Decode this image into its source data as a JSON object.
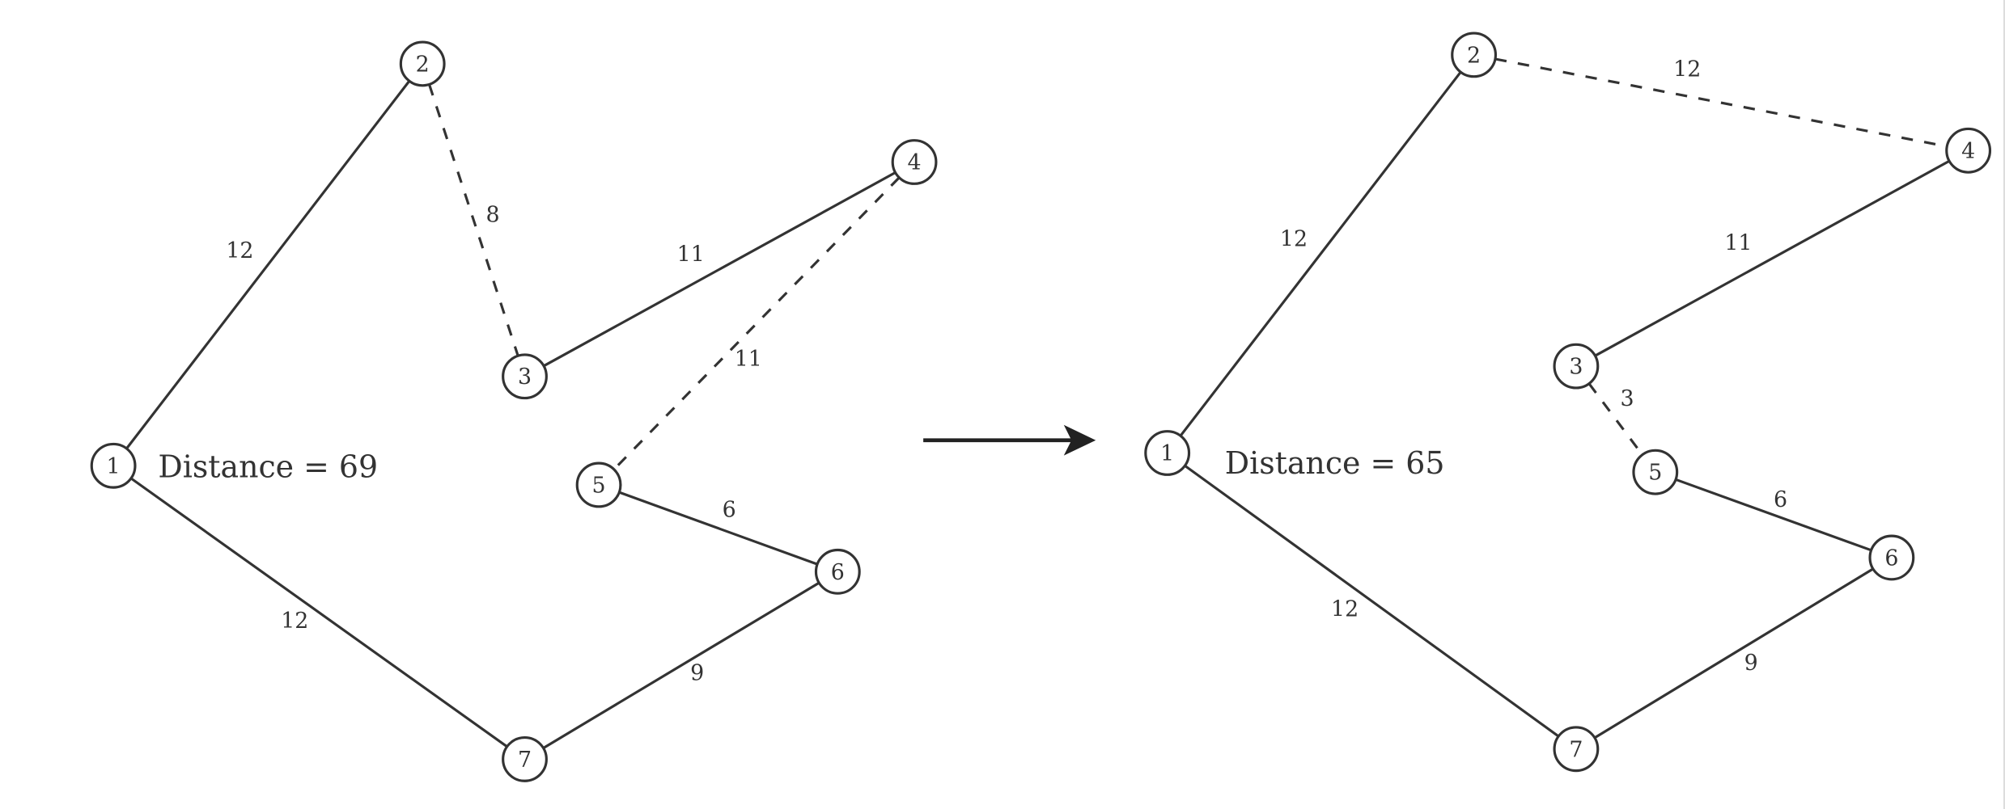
{
  "before": {
    "distance_label": "Distance = 69",
    "nodes": [
      "1",
      "2",
      "3",
      "4",
      "5",
      "6",
      "7"
    ],
    "edges": [
      {
        "from": "1",
        "to": "2",
        "weight": "12",
        "style": "solid"
      },
      {
        "from": "2",
        "to": "3",
        "weight": "8",
        "style": "dashed"
      },
      {
        "from": "3",
        "to": "4",
        "weight": "11",
        "style": "solid"
      },
      {
        "from": "4",
        "to": "5",
        "weight": "11",
        "style": "dashed"
      },
      {
        "from": "5",
        "to": "6",
        "weight": "6",
        "style": "solid"
      },
      {
        "from": "6",
        "to": "7",
        "weight": "9",
        "style": "solid"
      },
      {
        "from": "7",
        "to": "1",
        "weight": "12",
        "style": "solid"
      }
    ]
  },
  "after": {
    "distance_label": "Distance = 65",
    "nodes": [
      "1",
      "2",
      "3",
      "4",
      "5",
      "6",
      "7"
    ],
    "edges": [
      {
        "from": "1",
        "to": "2",
        "weight": "12",
        "style": "solid"
      },
      {
        "from": "2",
        "to": "4",
        "weight": "12",
        "style": "dashed"
      },
      {
        "from": "4",
        "to": "3",
        "weight": "11",
        "style": "solid"
      },
      {
        "from": "3",
        "to": "5",
        "weight": "3",
        "style": "dashed"
      },
      {
        "from": "5",
        "to": "6",
        "weight": "6",
        "style": "solid"
      },
      {
        "from": "6",
        "to": "7",
        "weight": "9",
        "style": "solid"
      },
      {
        "from": "7",
        "to": "1",
        "weight": "12",
        "style": "solid"
      }
    ]
  },
  "arrow": "right-arrow-icon",
  "colors": {
    "stroke": "#333333",
    "background": "#ffffff"
  }
}
